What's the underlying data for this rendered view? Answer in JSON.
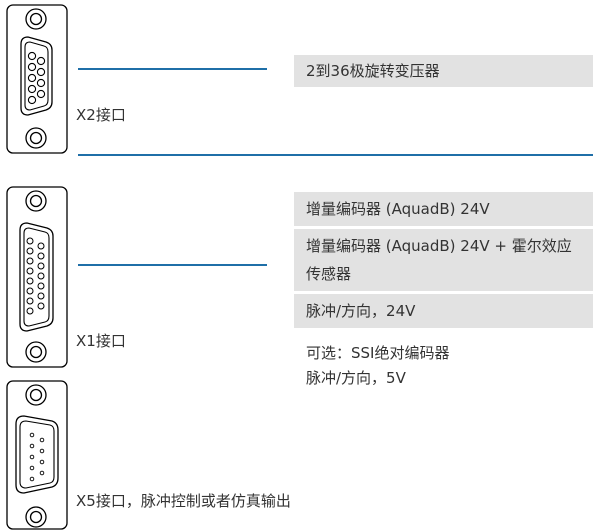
{
  "connectors": {
    "x2": {
      "label": "X2接口"
    },
    "x1": {
      "label": "X1接口"
    },
    "x5": {
      "label": "X5接口，脉冲控制或者仿真输出"
    }
  },
  "x2_options": [
    "2到36极旋转变压器"
  ],
  "x1_options": [
    "增量编码器 (AquadB) 24V",
    "增量编码器 (AquadB) 24V + 霍尔效应传感器",
    "脉冲/方向，24V"
  ],
  "x1_note": {
    "line1": "可选：SSI绝对编码器",
    "line2": "脉冲/方向，5V"
  },
  "colors": {
    "line": "#1f6fa8",
    "box_bg": "#e2e2e2",
    "outline": "#000000"
  }
}
